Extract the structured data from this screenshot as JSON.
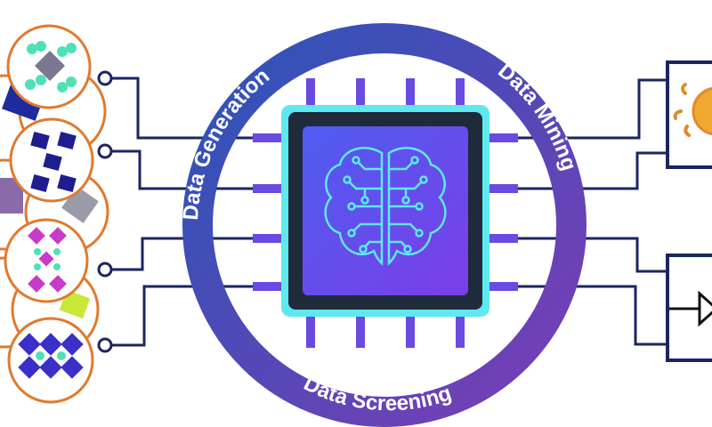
{
  "ring": {
    "labels": {
      "generation": "Data Generation",
      "mining": "Data Mining",
      "screening": "Data Screening"
    }
  },
  "colors": {
    "ring_start": "#2a55b8",
    "ring_end": "#7b3db5",
    "chip_border": "#5ee8f0",
    "chip_body": "#1f2a3a",
    "chip_core_start": "#4f5cf0",
    "chip_core_end": "#7b3ee8",
    "pin": "#6a4ae0",
    "wire": "#1a2660",
    "circle_border": "#e07a2e",
    "brain": "#5ee8f0"
  },
  "icons": {
    "center": "brain-circuit-icon",
    "output_top": "sun-icon",
    "output_bottom": "diode-icon",
    "inputs": "crystal-structure-icon"
  }
}
